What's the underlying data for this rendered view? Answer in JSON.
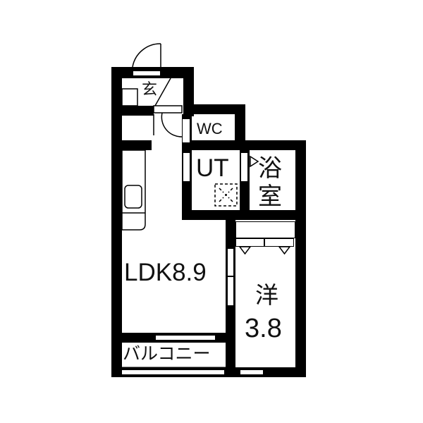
{
  "floorplan": {
    "rooms": {
      "entrance": {
        "label": "玄"
      },
      "wc": {
        "label": "WC"
      },
      "utility": {
        "label": "UT"
      },
      "bathroom": {
        "label_line1": "浴",
        "label_line2": "室"
      },
      "ldk": {
        "label": "LDK8.9"
      },
      "western_room": {
        "label_line1": "洋",
        "label_line2": "3.8"
      },
      "balcony": {
        "label": "バルコニー"
      }
    },
    "colors": {
      "wall": "#000000",
      "background": "#ffffff",
      "text": "#111111"
    }
  }
}
